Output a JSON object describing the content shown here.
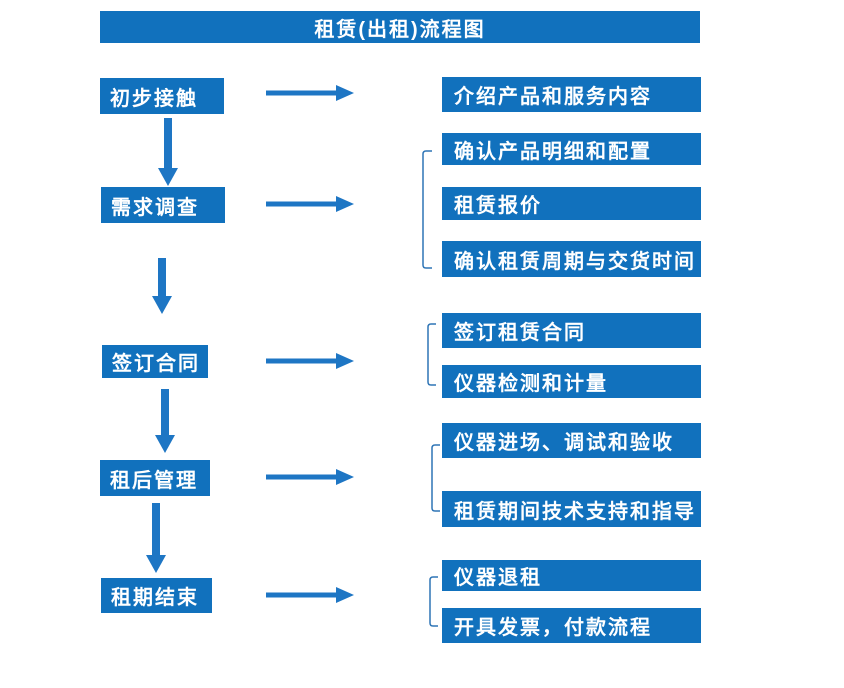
{
  "title": "租赁(出租)流程图",
  "colors": {
    "box_blue": "#1171BD",
    "arrow_blue": "#1E76C4",
    "bracket_blue": "#2E75B6",
    "text_white": "#FFFFFF",
    "background": "#FFFFFF"
  },
  "steps": [
    {
      "label": "初步接触",
      "details": [
        "介绍产品和服务内容"
      ]
    },
    {
      "label": "需求调查",
      "details": [
        "确认产品明细和配置",
        "租赁报价",
        "确认租赁周期与交货时间"
      ]
    },
    {
      "label": "签订合同",
      "details": [
        "签订租赁合同",
        "仪器检测和计量"
      ]
    },
    {
      "label": "租后管理",
      "details": [
        "仪器进场、调试和验收",
        "租赁期间技术支持和指导"
      ]
    },
    {
      "label": "租期结束",
      "details": [
        "仪器退租",
        "开具发票，付款流程"
      ]
    }
  ]
}
